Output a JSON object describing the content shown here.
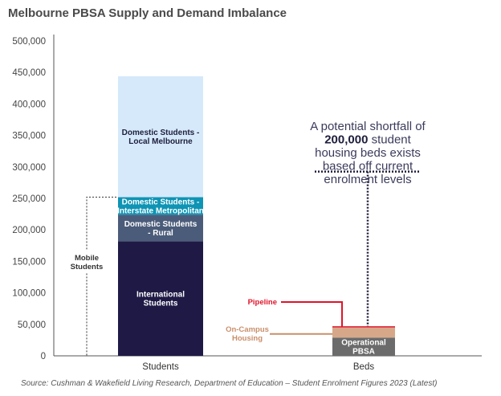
{
  "chart_data": {
    "type": "bar",
    "stacked": true,
    "title": "Melbourne PBSA Supply and Demand Imbalance",
    "source": "Source: Cushman & Wakefield Living Research, Department of Education – Student Enrolment Figures 2023 (Latest)",
    "categories": [
      "Students",
      "Beds"
    ],
    "ylim": [
      0,
      500000
    ],
    "yticks": [
      0,
      50000,
      100000,
      150000,
      200000,
      250000,
      300000,
      350000,
      400000,
      450000,
      500000
    ],
    "ytick_labels": [
      "0",
      "50,000",
      "100,000",
      "150,000",
      "200,000",
      "250,000",
      "300,000",
      "350,000",
      "400,000",
      "450,000",
      "500,000"
    ],
    "grid": false,
    "series": [
      {
        "name": "International Students",
        "lines": [
          "International",
          "Students"
        ],
        "category": "Students",
        "start": 0,
        "end": 182000,
        "color": "#1e1a45",
        "text_color": "#ffffff"
      },
      {
        "name": "Domestic Students - Rural",
        "lines": [
          "Domestic Students",
          "- Rural"
        ],
        "category": "Students",
        "start": 182000,
        "end": 224000,
        "color": "#4b5c7a",
        "text_color": "#ffffff"
      },
      {
        "name": "Domestic Students - Interstate Metropolitan",
        "lines": [
          "Domestic Students -",
          "Interstate Metropolitan"
        ],
        "category": "Students",
        "start": 224000,
        "end": 252000,
        "color": "#0e94b4",
        "text_color": "#ffffff"
      },
      {
        "name": "Domestic Students - Local Melbourne",
        "lines": [
          "Domestic Students -",
          "Local Melbourne"
        ],
        "category": "Students",
        "start": 252000,
        "end": 444000,
        "color": "#d5e9fa",
        "text_color": "#1e1e3c"
      },
      {
        "name": "Operational PBSA",
        "lines": [
          "Operational",
          "PBSA"
        ],
        "category": "Beds",
        "start": 0,
        "end": 29000,
        "color": "#6b6b6b",
        "text_color": "#ffffff"
      },
      {
        "name": "On-Campus Housing",
        "lines": [],
        "category": "Beds",
        "start": 29000,
        "end": 45000,
        "color": "#d6a889",
        "text_color": "#ffffff"
      },
      {
        "name": "Pipeline",
        "lines": [],
        "category": "Beds",
        "start": 45000,
        "end": 47000,
        "color": "#e0142a",
        "text_color": "#ffffff"
      }
    ],
    "annotations": {
      "mobile_students": {
        "lines": [
          "Mobile",
          "Students"
        ],
        "from": 0,
        "to": 252000,
        "color": "#333333"
      },
      "pipeline": {
        "lines": [
          "Pipeline"
        ],
        "value": 46000,
        "color": "#e0142a"
      },
      "on_campus": {
        "lines": [
          "On-Campus",
          "Housing"
        ],
        "value": 36000,
        "color": "#c98f6b"
      },
      "callout": {
        "lines": [
          "A potential shortfall of",
          "200,000 student",
          "housing beds exists",
          "based off current",
          "enrolment levels"
        ],
        "highlight": "200,000",
        "top_value": 290000,
        "bottom_value": 47000
      }
    }
  }
}
